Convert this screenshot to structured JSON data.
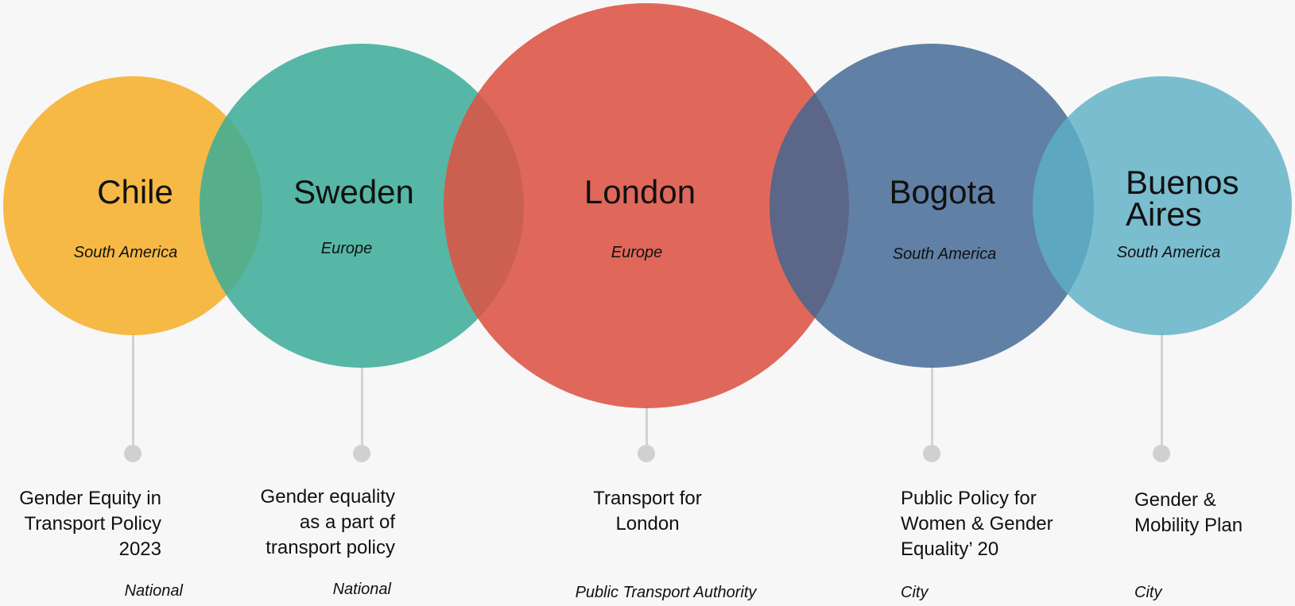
{
  "colors": {
    "chile": "#f5b335",
    "sweden": "#3aab98",
    "london": "#dc5445",
    "bogota": "#3e6592",
    "buenos_aires": "#5eb0c6",
    "connector": "#d2d2d2"
  },
  "items": [
    {
      "name": "Chile",
      "region": "South America",
      "policy": "Gender Equity in\nTransport Policy\n2023",
      "scope": "National"
    },
    {
      "name": "Sweden",
      "region": "Europe",
      "policy": "Gender equality\nas a part of\ntransport policy",
      "scope": "National"
    },
    {
      "name": "London",
      "region": "Europe",
      "policy": "Transport for\nLondon",
      "scope": "Public Transport Authority"
    },
    {
      "name": "Bogota",
      "region": "South America",
      "policy": "Public Policy for\nWomen & Gender\nEquality’ 20",
      "scope": "City"
    },
    {
      "name": "Buenos\nAires",
      "region": "South America",
      "policy": "Gender &\nMobility Plan",
      "scope": "City"
    }
  ]
}
